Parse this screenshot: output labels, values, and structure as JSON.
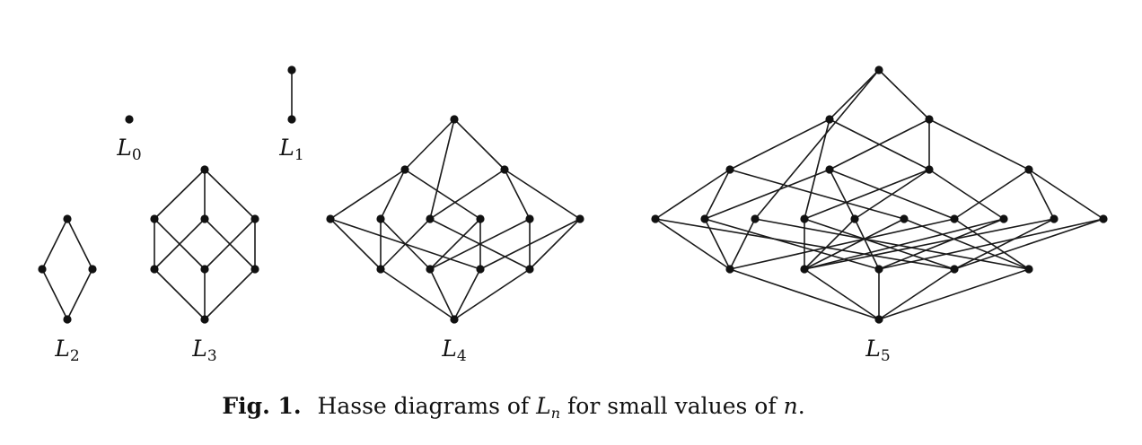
{
  "diagrams": [
    {
      "id": "L0",
      "label_base": "L",
      "label_sub": "0"
    },
    {
      "id": "L1",
      "label_base": "L",
      "label_sub": "1"
    },
    {
      "id": "L2",
      "label_base": "L",
      "label_sub": "2"
    },
    {
      "id": "L3",
      "label_base": "L",
      "label_sub": "3"
    },
    {
      "id": "L4",
      "label_base": "L",
      "label_sub": "4"
    },
    {
      "id": "L5",
      "label_base": "L",
      "label_sub": "5"
    }
  ],
  "caption": {
    "prefix": "Fig. 1.",
    "text_before": "Hasse diagrams of",
    "symbol_base": "L",
    "symbol_sub": "n",
    "text_middle": "for small values of",
    "symbol_n": "n",
    "text_end": "."
  }
}
